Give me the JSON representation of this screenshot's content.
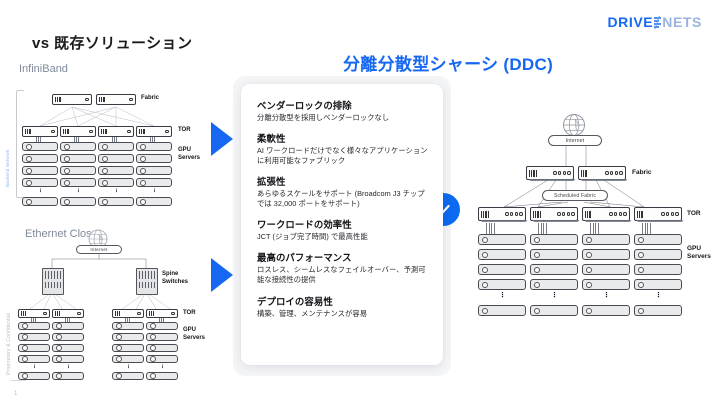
{
  "brand": {
    "logo_part1": "DRIVE",
    "logo_part2": "NETS",
    "logo_icon": "drivenets-mark-icon",
    "accent_blue": "#1668f2",
    "logo_secondary": "#9ab4e2"
  },
  "headings": {
    "left_title": "vs 既存ソリューション",
    "right_title": "分離分散型シャーシ (DDC)"
  },
  "left_section": {
    "diagram_1_label": "InfiniBand",
    "diagram_2_label": "Ethernet Clos",
    "side_label_backend": "Backend Network",
    "side_label_confidential": "Proprietary & Confidential",
    "page_number": "1"
  },
  "infiniband_diagram": {
    "fabric_label": "Fabric",
    "tor_label": "TOR",
    "gpu_label_line1": "GPU",
    "gpu_label_line2": "Servers",
    "fabric_switch_count": 2,
    "tor_switch_count": 4,
    "server_columns": 4,
    "server_rows": 5,
    "ellipsis": "⋮"
  },
  "ethernet_clos_diagram": {
    "internet_label": "Internet",
    "internet_icon": "globe-icon",
    "spine_label_line1": "Spine",
    "spine_label_line2": "Switches",
    "tor_label": "TOR",
    "gpu_label_line1": "GPU",
    "gpu_label_line2": "Servers",
    "spine_switch_count": 2,
    "tor_switch_count": 4,
    "server_columns": 4,
    "server_rows": 5,
    "ellipsis": "⋮"
  },
  "ddc_diagram": {
    "internet_label": "Internet",
    "internet_icon": "globe-icon",
    "fabric_label": "Fabric",
    "scheduled_fabric_label": "Scheduled Fabric",
    "tor_label": "TOR",
    "gpu_label_line1": "GPU",
    "gpu_label_line2": "Servers",
    "fabric_switch_count": 2,
    "tor_switch_count": 4,
    "server_columns": 4,
    "server_rows": 5,
    "ellipsis": "⋮"
  },
  "arrows": {
    "top_arrow_icon": "arrow-right-icon",
    "bottom_arrow_icon": "arrow-right-icon",
    "check_icon": "check-circle-icon"
  },
  "features": [
    {
      "title": "ベンダーロックの排除",
      "body": "分離分散型を採用しベンダーロックなし"
    },
    {
      "title": "柔軟性",
      "body": "AI ワークロードだけでなく様々なアプリケーションに利用可能なファブリック"
    },
    {
      "title": "拡張性",
      "body": "あらゆるスケールをサポート (Broadcom J3 チップでは 32,000 ポートをサポート)"
    },
    {
      "title": "ワークロードの効率性",
      "body": "JCT (ジョブ完了時間) で最高性能"
    },
    {
      "title": "最高のパフォーマンス",
      "body": "ロスレス、シームレスなフェイルオーバー、予測可能な接続性の提供"
    },
    {
      "title": "デプロイの容易性",
      "body": "構築、管理、メンテナンスが容易"
    }
  ]
}
